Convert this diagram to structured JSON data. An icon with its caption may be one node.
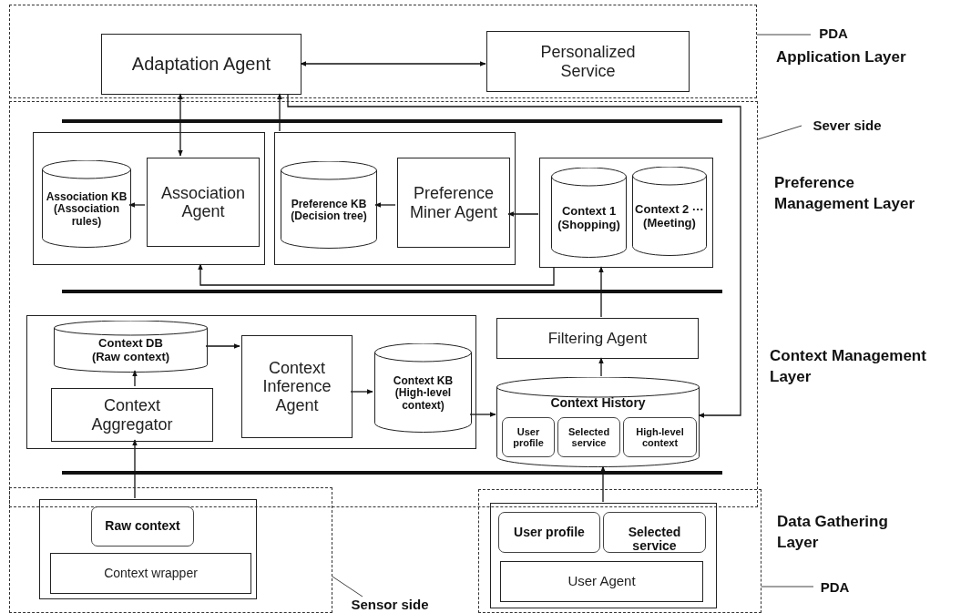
{
  "diagram": {
    "nodes": [
      {
        "text": [],
        "shape": "box"
      },
      {
        "text": [
          "Adaptation Agent"
        ],
        "in": 0
      },
      {
        "text": [
          "Personalized Service"
        ],
        "in": 0
      },
      {
        "text": [],
        "shape": "box"
      },
      {
        "text": [],
        "shape": "box",
        "in": 3
      },
      {
        "text": [
          "Association KB (Association rules)"
        ],
        "in": 4
      },
      {
        "text": [
          "Association Agent"
        ],
        "in": 4
      },
      {
        "text": [],
        "shape": "box",
        "in": 3
      },
      {
        "text": [
          "Preference KB (Decision tree)"
        ],
        "in": 7
      },
      {
        "text": [
          "Preference Miner Agent"
        ],
        "in": 7
      },
      {
        "text": [],
        "shape": "box",
        "in": 3
      },
      {
        "text": [
          "Context 1 (Shopping)"
        ],
        "in": 10
      },
      {
        "text": [
          "Context 2 ··· (Meeting)"
        ],
        "in": 10
      },
      {
        "text": [],
        "shape": "box",
        "in": 3
      },
      {
        "text": [
          "Context DB (Raw context)"
        ],
        "in": 13
      },
      {
        "text": [
          "Context Aggregator"
        ],
        "in": 13
      },
      {
        "text": [
          "Context Inference Agent"
        ],
        "in": 13
      },
      {
        "text": [
          "Context KB (High-level context)"
        ],
        "in": 13
      },
      {
        "text": [
          "Filtering Agent"
        ],
        "in": 3
      },
      {
        "text": [
          "Context History"
        ],
        "in": 3
      },
      {
        "text": [
          "User profile"
        ],
        "in": 19
      },
      {
        "text": [
          "Selected service"
        ],
        "in": 19
      },
      {
        "text": [
          "High-level context"
        ],
        "in": 19
      },
      {
        "text": [],
        "shape": "box"
      },
      {
        "text": [],
        "shape": "box",
        "in": 23
      },
      {
        "text": [
          "Raw context"
        ],
        "in": 24
      },
      {
        "text": [
          "Context wrapper"
        ],
        "in": 24
      },
      {
        "text": [],
        "shape": "box"
      },
      {
        "text": [],
        "shape": "box",
        "in": 27
      },
      {
        "text": [
          "User profile"
        ],
        "in": 28
      },
      {
        "text": [
          "Selected service"
        ],
        "in": 28
      },
      {
        "text": [
          "User Agent"
        ],
        "in": 28
      },
      {
        "text": [
          "PDA"
        ]
      },
      {
        "text": [
          "Sever side"
        ]
      },
      {
        "text": [
          "Sensor side"
        ]
      },
      {
        "text": [
          "PDA"
        ]
      }
    ],
    "edges": [
      {
        "from": 1,
        "to": 2,
        "arrow": "both"
      },
      {
        "from": 1,
        "to": 6,
        "arrow": "both"
      },
      {
        "from": 7,
        "to": 1,
        "arrow": "to"
      },
      {
        "from": 1,
        "to": 19,
        "arrow": "to"
      },
      {
        "from": 6,
        "to": 5,
        "arrow": "to"
      },
      {
        "from": 9,
        "to": 8,
        "arrow": "to"
      },
      {
        "from": 10,
        "to": 9,
        "arrow": "to"
      },
      {
        "from": 10,
        "to": 4,
        "arrow": "to"
      },
      {
        "from": 18,
        "to": 10,
        "arrow": "to"
      },
      {
        "from": 19,
        "to": 18,
        "arrow": "to"
      },
      {
        "from": 15,
        "to": 14,
        "arrow": "to"
      },
      {
        "from": 14,
        "to": 16,
        "arrow": "to"
      },
      {
        "from": 16,
        "to": 17,
        "arrow": "to"
      },
      {
        "from": 17,
        "to": 19,
        "arrow": "to"
      },
      {
        "from": 24,
        "to": 15,
        "arrow": "to"
      },
      {
        "from": 28,
        "to": 19,
        "arrow": "to"
      },
      {
        "from": 32,
        "to": 0,
        "arrow": "none"
      },
      {
        "from": 33,
        "to": 3,
        "arrow": "none"
      },
      {
        "from": 34,
        "to": 23,
        "arrow": "none"
      },
      {
        "from": 35,
        "to": 27,
        "arrow": "none"
      }
    ],
    "labels": [
      "Application Layer",
      "Preference Management Layer",
      "Context Management Layer",
      "Data Gathering Layer"
    ]
  }
}
